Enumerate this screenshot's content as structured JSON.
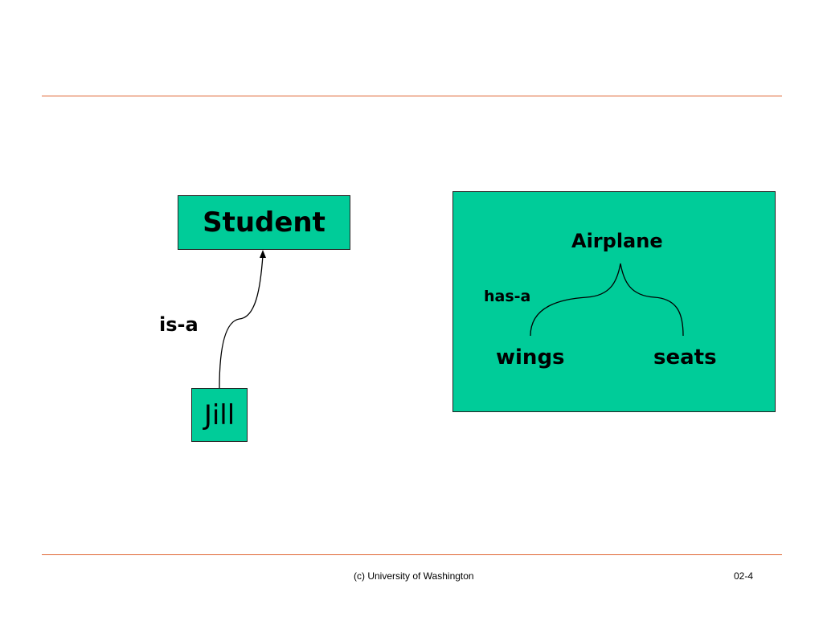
{
  "diagram": {
    "student": "Student",
    "jill": "Jill",
    "is_a": "is-a",
    "airplane": "Airplane",
    "has_a": "has-a",
    "wings": "wings",
    "seats": "seats"
  },
  "footer": {
    "copyright": "(c) University of Washington",
    "slide_number": "02-4"
  },
  "colors": {
    "box_fill": "#00cc99",
    "rule": "#e06633"
  }
}
